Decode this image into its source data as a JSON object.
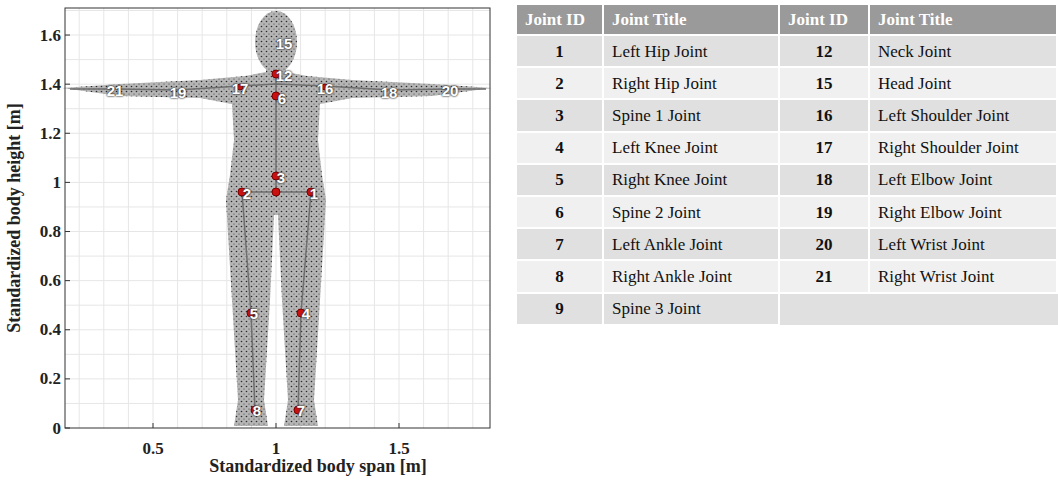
{
  "diagram": {
    "labels": [
      "1.6",
      "1.4",
      "1.2",
      "1",
      "0.8",
      "0.6",
      "0.4",
      "0.2",
      "0",
      "0.5",
      "1",
      "1.5",
      "Standardized body height [m]",
      "Standardized body span [m]",
      "15",
      "12",
      "6",
      "3",
      "2",
      "1",
      "5",
      "4",
      "8",
      "7",
      "21",
      "19",
      "17",
      "16",
      "18",
      "20",
      "Joint ID",
      "Joint Title",
      "Joint ID",
      "Joint Title",
      "1",
      "Left Hip Joint",
      "12",
      "Neck Joint",
      "2",
      "Right Hip Joint",
      "15",
      "Head Joint",
      "3",
      "Spine 1 Joint",
      "16",
      "Left Shoulder Joint",
      "4",
      "Left Knee Joint",
      "17",
      "Right Shoulder Joint",
      "5",
      "Right Knee Joint",
      "18",
      "Left Elbow Joint",
      "6",
      "Spine 2 Joint",
      "19",
      "Right Elbow Joint",
      "7",
      "Left Ankle Joint",
      "20",
      "Left Wrist Joint",
      "8",
      "Right Ankle Joint",
      "21",
      "Right Wrist Joint",
      "9",
      "Spine 3 Joint"
    ]
  }
}
